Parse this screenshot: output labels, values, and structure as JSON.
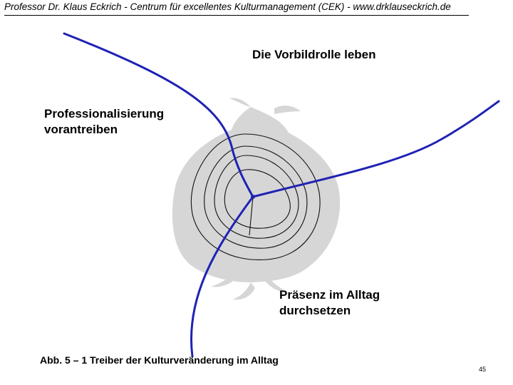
{
  "header": {
    "text": "Professor Dr. Klaus Eckrich - Centrum für excellentes Kulturmanagement (CEK) - www.drklauseckrich.de"
  },
  "diagram": {
    "labels": {
      "top": "Die Vorbildrolle leben",
      "left": "Professionalisierung\nvorantreiben",
      "bottom": "Präsenz im Alltag\ndurchsetzen"
    },
    "colors": {
      "arrows": "#1f22b4",
      "onion_fill": "#d6d6d6",
      "contours": "#111111"
    }
  },
  "caption": "Abb. 5 – 1 Treiber der Kulturveränderung im Alltag",
  "page_number": "45"
}
